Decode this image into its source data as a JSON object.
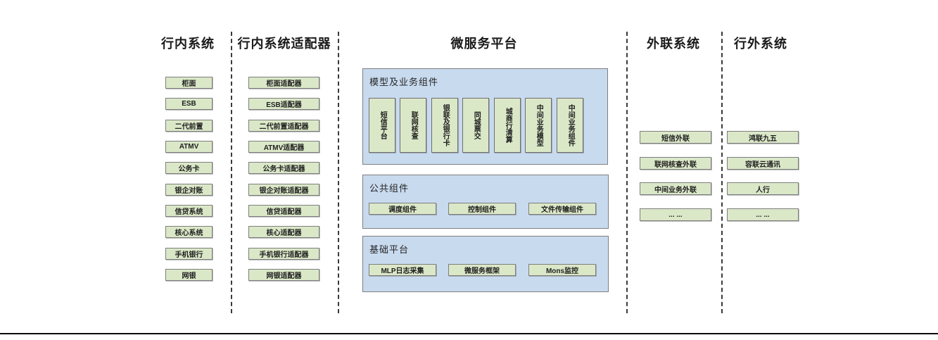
{
  "colors": {
    "box_fill": "#dbe8c8",
    "box_border": "#7d7d7d",
    "panel_fill": "#c8daee",
    "panel_border": "#7f7f7f",
    "divider": "#3a3a3a",
    "text": "#1f1f1f"
  },
  "columns": [
    {
      "title": "行内系统",
      "items": [
        "柜面",
        "ESB",
        "二代前置",
        "ATMV",
        "公务卡",
        "银企对账",
        "信贷系统",
        "核心系统",
        "手机银行",
        "网银"
      ]
    },
    {
      "title": "行内系统适配器",
      "items": [
        "柜面适配器",
        "ESB适配器",
        "二代前置适配器",
        "ATMV适配器",
        "公务卡适配器",
        "银企对账适配器",
        "信贷适配器",
        "核心适配器",
        "手机银行适配器",
        "网银适配器"
      ]
    },
    {
      "title": "微服务平台",
      "panels": [
        {
          "title": "模型及业务组件",
          "items": [
            "短信平台",
            "联网核查",
            "银联及银行卡",
            "同城票交",
            "城商行清算",
            "中间业务模型",
            "中间业务组件"
          ]
        },
        {
          "title": "公共组件",
          "items": [
            "调度组件",
            "控制组件",
            "文件传输组件"
          ]
        },
        {
          "title": "基础平台",
          "items": [
            "MLP日志采集",
            "微服务框架",
            "Mons监控"
          ]
        }
      ]
    },
    {
      "title": "外联系统",
      "items": [
        "短信外联",
        "联网核查外联",
        "中间业务外联",
        "... ..."
      ]
    },
    {
      "title": "行外系统",
      "items": [
        "鸿联九五",
        "容联云通讯",
        "人行",
        "... ..."
      ]
    }
  ]
}
